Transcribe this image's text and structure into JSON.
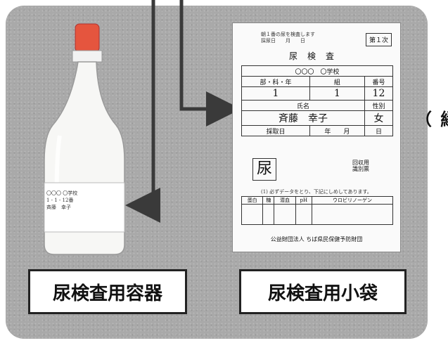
{
  "captions": {
    "container": "尿検査用容器",
    "bag": "尿検査用小袋"
  },
  "side_label": "（ 縁",
  "bag": {
    "notice": "朝１番の尿を検査します\n採尿日　　月　　日",
    "page": "第１次",
    "title": "尿検査",
    "school": "〇〇〇　〇学校",
    "headers": {
      "dept": "部・科・年",
      "class": "組",
      "number": "番号"
    },
    "values": {
      "dept": "1",
      "class": "1",
      "number": "12"
    },
    "name_headers": {
      "name": "氏名",
      "sex": "性別"
    },
    "name_values": {
      "name": "斉藤　幸子",
      "sex": "女"
    },
    "date_row": {
      "label": "採取日",
      "year": "年",
      "month": "月",
      "day": "日"
    },
    "stamp": "尿",
    "qr_text": "回収用\n識別票",
    "note": "(1) 必ずデータをとり、下記にしめしてあります。",
    "result_headers": [
      "蛋白",
      "糖",
      "潜血",
      "pH",
      "ウロビリノーゲン"
    ],
    "footer": "公益財団法人 ちば県民保健予防財団"
  },
  "bottle": {
    "label_text": "〇〇〇 〇学校\n1 - 1 - 12番\n斉藤　幸子"
  },
  "colors": {
    "cap": "#e5553e",
    "panel": "#a9a9a9",
    "arrow": "#3a3a3a"
  }
}
